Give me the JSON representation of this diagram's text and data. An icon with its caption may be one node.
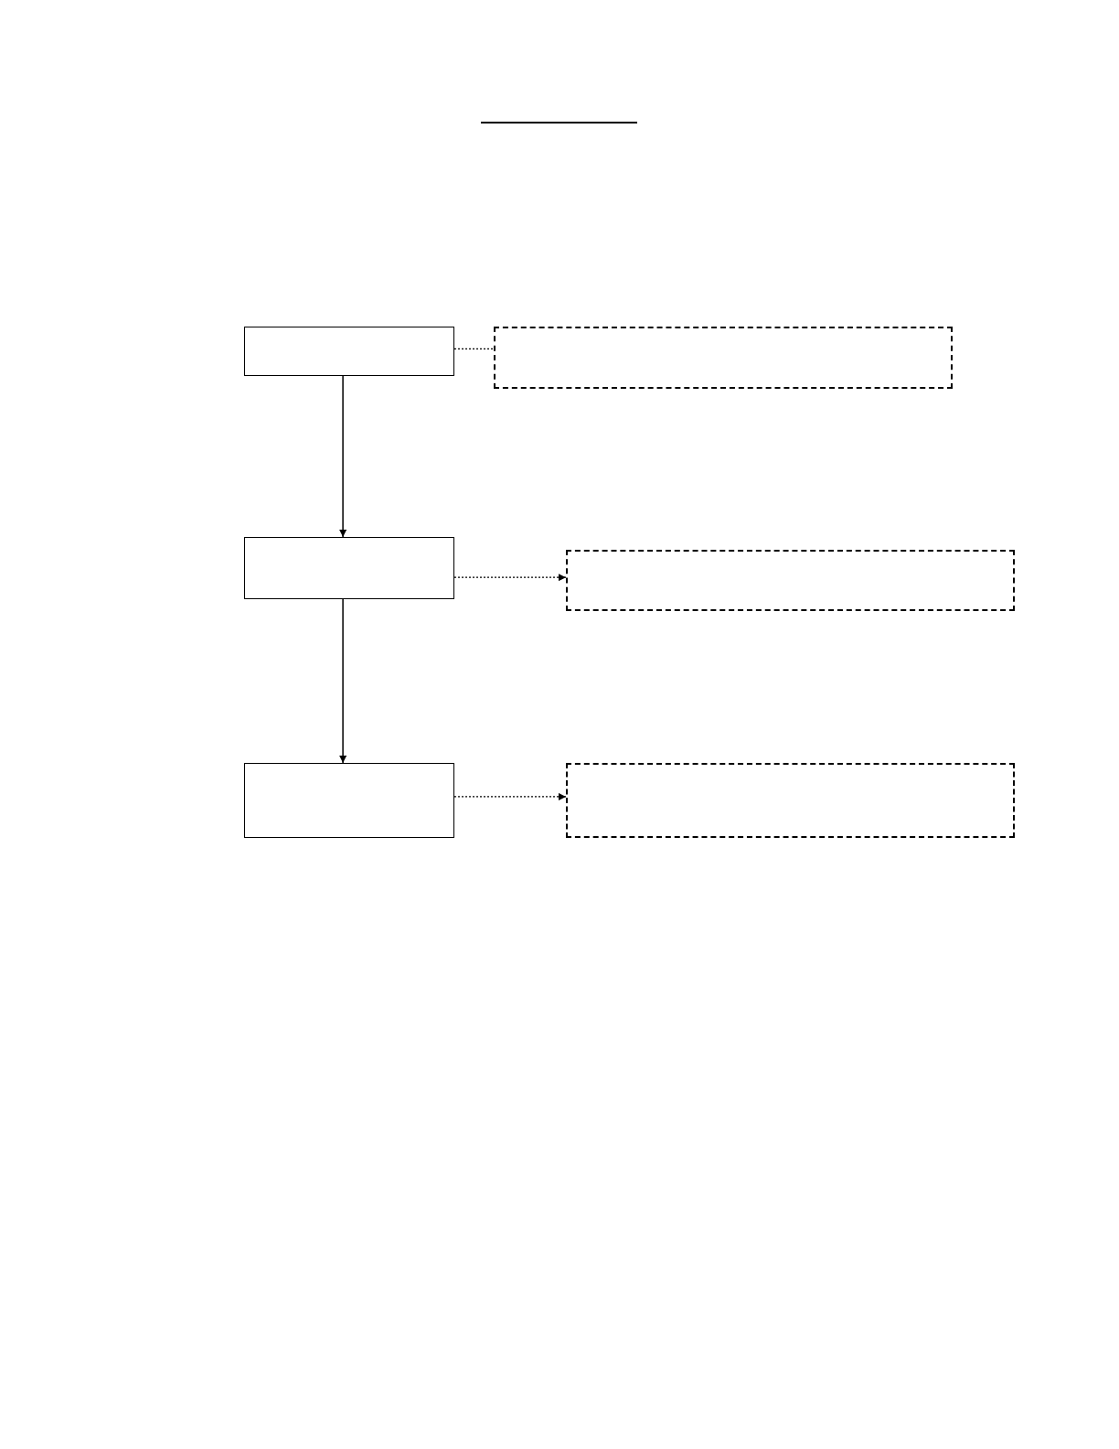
{
  "diagram": {
    "nodes": [
      {
        "text": [],
        "shape": "box"
      },
      {
        "text": [],
        "shape": "box"
      },
      {
        "text": [],
        "shape": "box"
      },
      {
        "text": [],
        "shape": "box"
      },
      {
        "text": [],
        "shape": "box"
      },
      {
        "text": [],
        "shape": "box"
      }
    ],
    "edges": [
      {
        "from": 0,
        "to": 2,
        "arrow": "to"
      },
      {
        "from": 0,
        "to": 1,
        "arrow": "none",
        "style": "dashed"
      },
      {
        "from": 2,
        "to": 3,
        "arrow": "to",
        "style": "dashed"
      },
      {
        "from": 2,
        "to": 4,
        "arrow": "to"
      },
      {
        "from": 4,
        "to": 5,
        "arrow": "to",
        "style": "dashed"
      }
    ]
  }
}
